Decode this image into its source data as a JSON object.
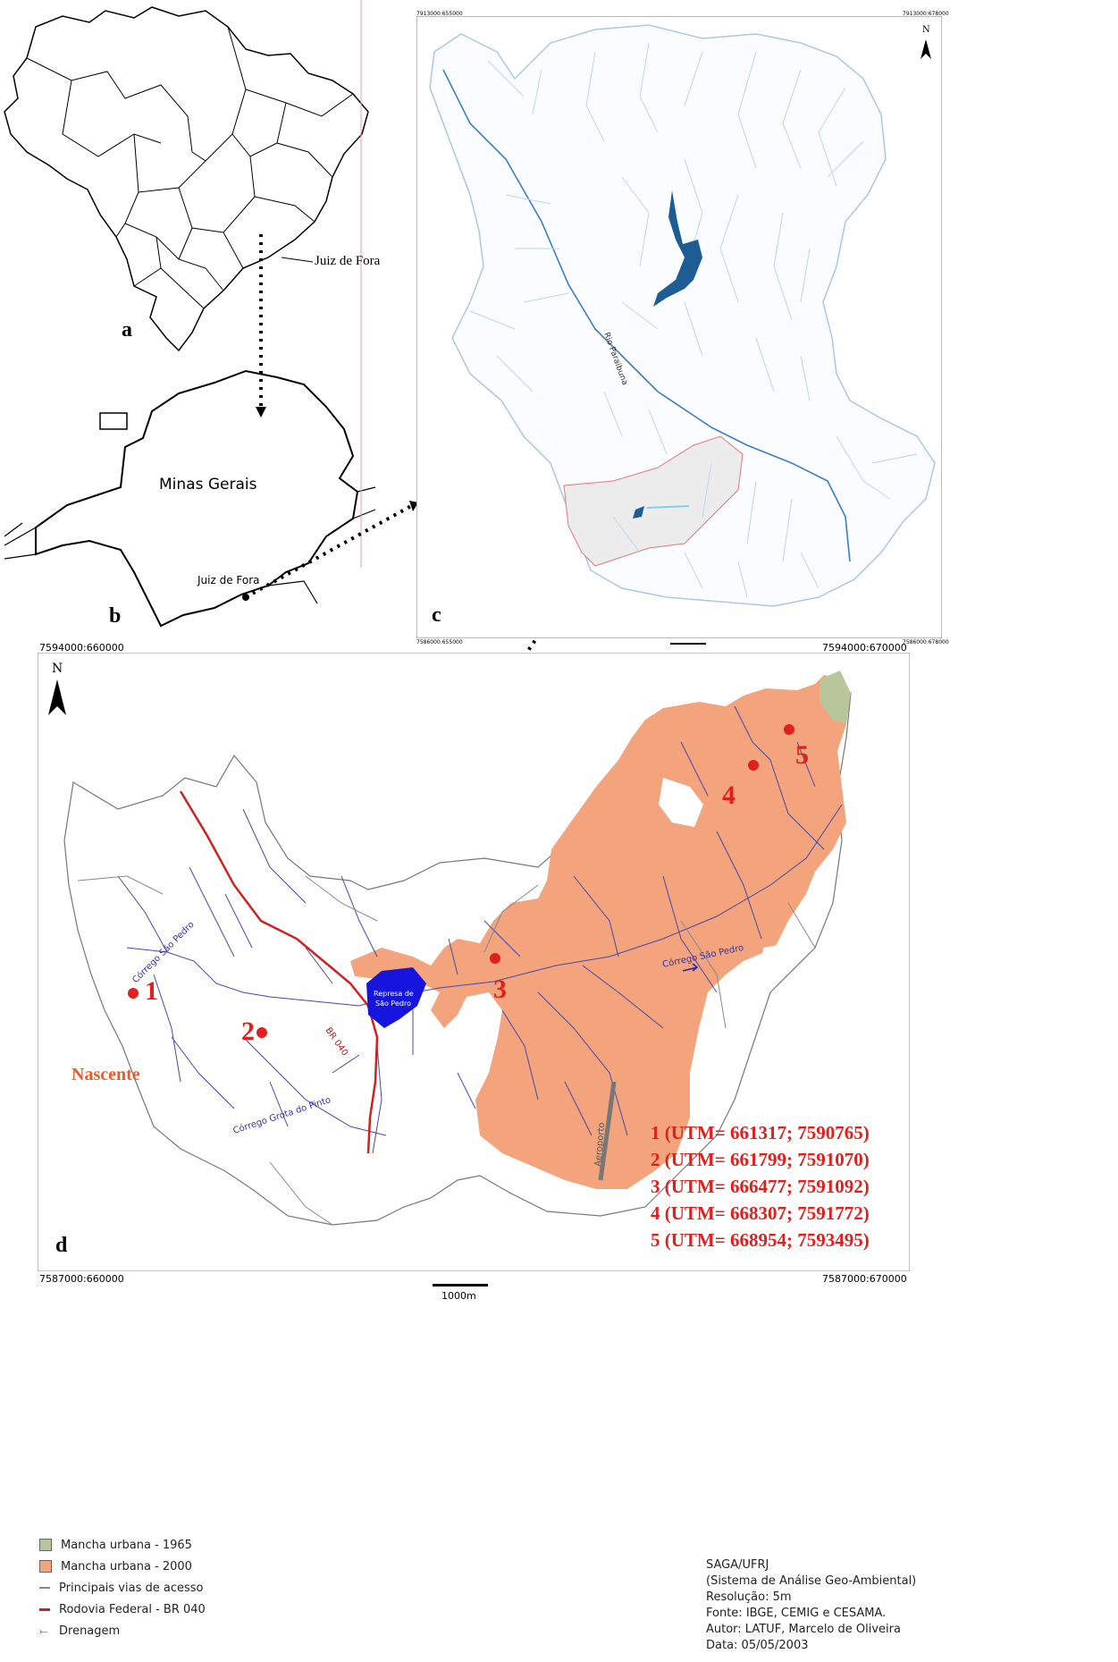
{
  "panel_a": {
    "letter": "a",
    "city_label": "Juiz de Fora"
  },
  "panel_b": {
    "letter": "b",
    "state_label": "Minas Gerais",
    "city_label": "Juiz de Fora"
  },
  "panel_c": {
    "letter": "c",
    "coord_top_left": "7913000:655000",
    "coord_top_right": "7913000:678000",
    "coord_bottom_left": "7586000:655000",
    "coord_bottom_right": "7586000:678000",
    "river_label": "Rio Paraibuna",
    "north": "N"
  },
  "panel_d": {
    "letter": "d",
    "north": "N",
    "coord_top_left": "7594000:660000",
    "coord_top_right": "7594000:670000",
    "coord_bottom_left": "7587000:660000",
    "coord_bottom_right": "7587000:670000",
    "reservoir_label_1": "Represa de",
    "reservoir_label_2": "São Pedro",
    "stream_label_west": "Córrego São Pedro",
    "stream_label_east": "Córrego São Pedro",
    "stream_grota": "Córrego Grota do Pinto",
    "road_label": "BR 040",
    "airstrip_label": "Aeroporto",
    "spring_label": "Nascente",
    "points": [
      {
        "id": "1",
        "utm": "1 (UTM= 661317; 7590765)"
      },
      {
        "id": "2",
        "utm": "2 (UTM= 661799; 7591070)"
      },
      {
        "id": "3",
        "utm": "3 (UTM= 666477; 7591092)"
      },
      {
        "id": "4",
        "utm": "4 (UTM= 668307; 7591772)"
      },
      {
        "id": "5",
        "utm": "5 (UTM= 668954; 7593495)"
      }
    ],
    "scale_label": "1000m"
  },
  "legend": [
    {
      "label": "Mancha urbana - 1965",
      "color": "#b9c59b"
    },
    {
      "label": "Mancha urbana - 2000",
      "color": "#f3a47d"
    },
    {
      "label": "Principais vias de acesso",
      "color": "#888888"
    },
    {
      "label": "Rodovia Federal - BR 040",
      "color": "#cc2222"
    },
    {
      "label": "Drenagem",
      "color": "#3333aa"
    }
  ],
  "credits": {
    "line1": "SAGA/UFRJ",
    "line2": "(Sistema de Análise Geo-Ambiental)",
    "line3": "Resolução: 5m",
    "line4": "Fonte: IBGE, CEMIG e CESAMA.",
    "line5": "Autor: LATUF, Marcelo de Oliveira",
    "line6": "Data: 05/05/2003"
  }
}
